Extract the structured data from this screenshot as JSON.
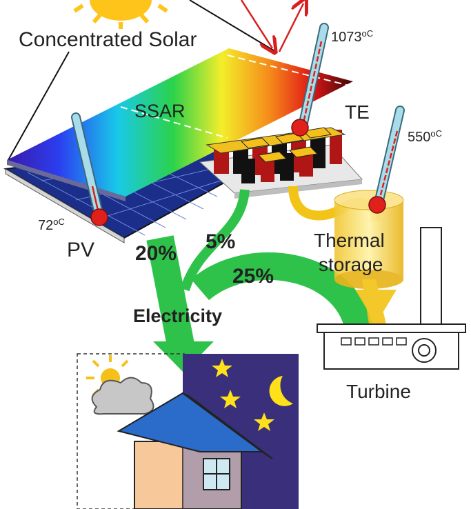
{
  "labels": {
    "concentrated_solar": "Concentrated Solar",
    "ssar": "SSAR",
    "te": "TE",
    "pv": "PV",
    "thermal_storage_line1": "Thermal",
    "thermal_storage_line2": "storage",
    "turbine": "Turbine",
    "electricity": "Electricity"
  },
  "temperatures": {
    "top": "1073",
    "mid": "550",
    "pv": "72",
    "unit": "oC"
  },
  "percentages": {
    "pv": "20%",
    "te": "5%",
    "turbine": "25%"
  },
  "colors": {
    "flow_arrow": "#2fc24a",
    "heat_flow": "#f2c418",
    "night_sky": "#3a2f7a",
    "roof": "#2b6bc9",
    "wall": "#f6c89a",
    "star": "#ffe11a",
    "thermometer_bulb": "#e0201a",
    "thermometer_tube": "#a9dcea"
  }
}
